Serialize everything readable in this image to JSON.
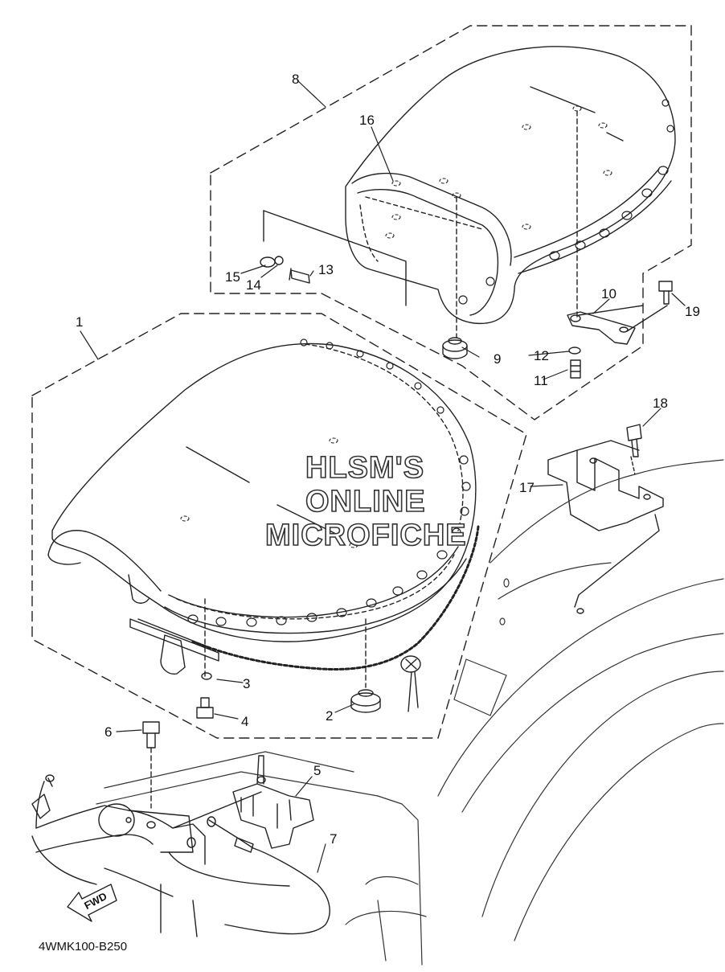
{
  "diagram": {
    "drawing_code": "4WMK100-B250",
    "direction_label": "FWD",
    "watermark": [
      "HLSM'S",
      "ONLINE",
      "MICROFICHE"
    ],
    "callouts": [
      {
        "id": "c1",
        "label": "1"
      },
      {
        "id": "c2",
        "label": "2"
      },
      {
        "id": "c3",
        "label": "3"
      },
      {
        "id": "c4",
        "label": "4"
      },
      {
        "id": "c5",
        "label": "5"
      },
      {
        "id": "c6",
        "label": "6"
      },
      {
        "id": "c7",
        "label": "7"
      },
      {
        "id": "c8",
        "label": "8"
      },
      {
        "id": "c9",
        "label": "9"
      },
      {
        "id": "c10",
        "label": "10"
      },
      {
        "id": "c11",
        "label": "11"
      },
      {
        "id": "c12",
        "label": "12"
      },
      {
        "id": "c13",
        "label": "13"
      },
      {
        "id": "c14",
        "label": "14"
      },
      {
        "id": "c15",
        "label": "15"
      },
      {
        "id": "c16",
        "label": "16"
      },
      {
        "id": "c17",
        "label": "17"
      },
      {
        "id": "c18",
        "label": "18"
      },
      {
        "id": "c19",
        "label": "19"
      }
    ]
  }
}
